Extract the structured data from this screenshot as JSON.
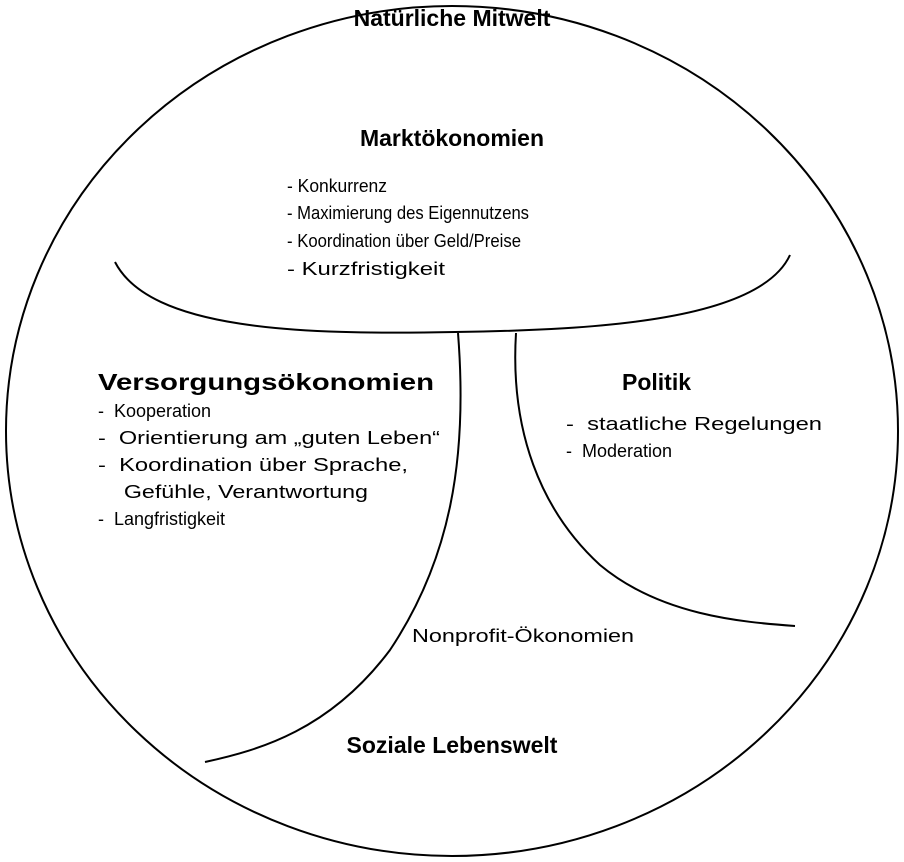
{
  "outer_title": "Natürliche Mitwelt",
  "bottom_title": "Soziale Lebenswelt",
  "markt": {
    "title": "Marktökonomien",
    "items": [
      "- Konkurrenz",
      "- Maximierung des Eigennutzens",
      "- Koordination über Geld/Preise",
      "- Kurzfristigkeit"
    ]
  },
  "versorgung": {
    "title": "Versorgungsökonomien",
    "items": [
      "-  Kooperation",
      "-  Orientierung am „guten Leben“",
      "-  Koordination über Sprache,",
      "    Gefühle, Verantwortung",
      "-  Langfristigkeit"
    ]
  },
  "politik": {
    "title": "Politik",
    "items": [
      "-  staatliche Regelungen",
      "-  Moderation"
    ]
  },
  "nonprofit": "Nonprofit-Ökonomien"
}
